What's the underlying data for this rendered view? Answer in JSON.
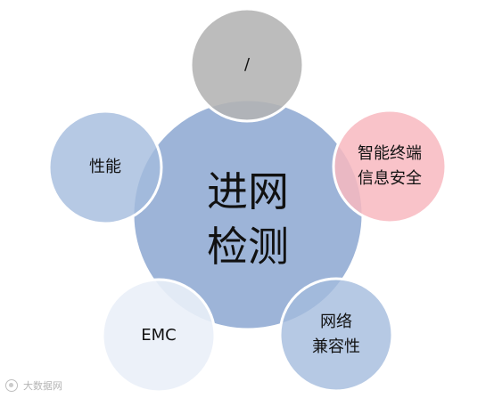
{
  "diagram": {
    "center": {
      "line1": "进网",
      "line2": "检测"
    },
    "nodes": {
      "top": {
        "label": "/"
      },
      "left": {
        "label": "性能"
      },
      "right": {
        "line1": "智能终端",
        "line2": "信息安全"
      },
      "bottom_left": {
        "label": "EMC"
      },
      "bottom_right": {
        "line1": "网络",
        "line2": "兼容性"
      }
    },
    "colors": {
      "center": "#9db4d8",
      "top": "#b3b3b3",
      "left": "#a4bbdd",
      "right": "#f8b9bf",
      "bottom_left": "#eaf0f8",
      "bottom_right": "#a4bbdd",
      "outline": "#ffffff"
    }
  },
  "watermark": {
    "text": "大数据网"
  }
}
